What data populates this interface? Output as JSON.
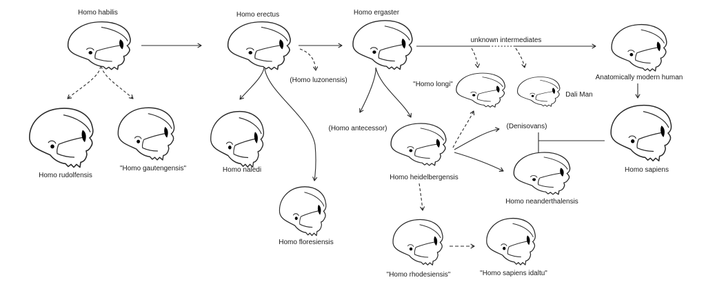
{
  "labels": {
    "habilis": "Homo habilis",
    "rudolfensis": "Homo rudolfensis",
    "gautengensis": "\"Homo gautengensis\"",
    "erectus": "Homo erectus",
    "luzonensis": "(Homo luzonensis)",
    "naledi": "Homo naledi",
    "floresiensis": "Homo floresiensis",
    "ergaster": "Homo ergaster",
    "unknown_intermediates": "unknown intermediates",
    "longi": "\"Homo longi\"",
    "dali": "Dali Man",
    "antecessor": "(Homo antecessor)",
    "heidelbergensis": "Homo heidelbergensis",
    "denisovans": "(Denisovans)",
    "neanderthalensis": "Homo neanderthalensis",
    "rhodesiensis": "\"Homo rhodesiensis\"",
    "idaltu": "\"Homo sapiens idaltu\"",
    "amh": "Anatomically modern human",
    "sapiens": "Homo sapiens"
  },
  "colors": {
    "background": "#ffffff",
    "line": "#2a2a2a",
    "text": "#1a1a1a"
  }
}
